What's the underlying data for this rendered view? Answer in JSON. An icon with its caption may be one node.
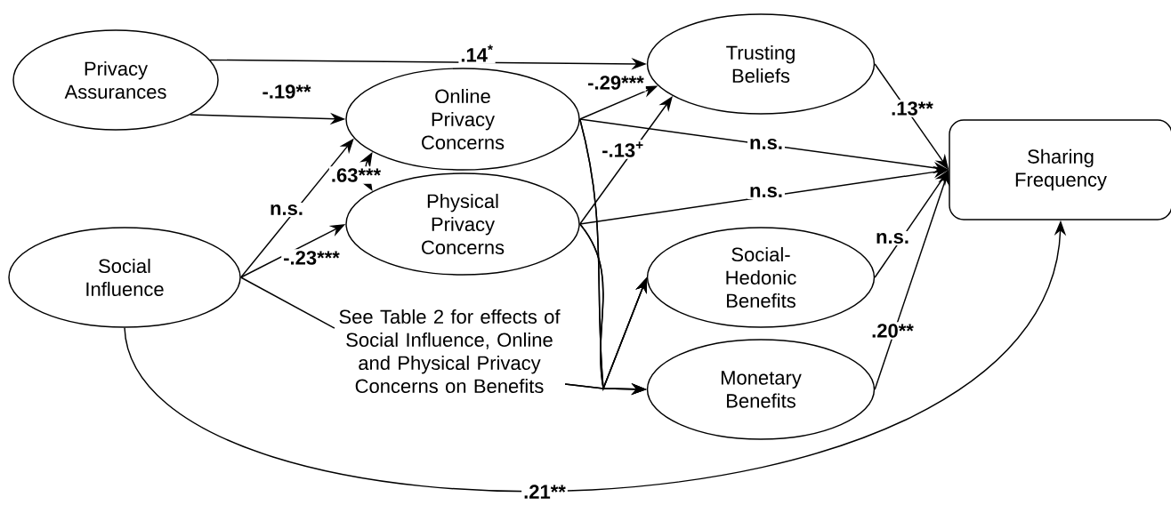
{
  "diagram": {
    "nodes": [
      {
        "text": [
          "Privacy Assurances"
        ]
      },
      {
        "text": [
          "Online Privacy Concerns"
        ]
      },
      {
        "text": [
          "Physical Privacy Concerns"
        ]
      },
      {
        "text": [
          "Trusting Beliefs"
        ]
      },
      {
        "text": [
          "Sharing Frequency"
        ]
      },
      {
        "text": [
          "Social Influence"
        ]
      },
      {
        "text": [
          "Social-Hedonic Benefits"
        ]
      },
      {
        "text": [
          "Monetary Benefits"
        ]
      },
      {
        "text": [
          "See Table 2 for effects of Social Influence, Online and Physical Privacy Concerns on Benefits"
        ]
      }
    ],
    "edges": [
      {
        "from": 0,
        "to": 3,
        "arrow": "to",
        "label": ".14$^{*}$"
      },
      {
        "from": 0,
        "to": 1,
        "arrow": "to",
        "label": "-.19**"
      },
      {
        "from": 5,
        "to": 1,
        "arrow": "to",
        "label": "n.s."
      },
      {
        "from": 5,
        "to": 2,
        "arrow": "to",
        "label": "-.23***"
      },
      {
        "from": 1,
        "to": 2,
        "arrow": "both",
        "label": ".63***"
      },
      {
        "from": 1,
        "to": 3,
        "arrow": "to",
        "label": "-.29***"
      },
      {
        "from": 2,
        "to": 3,
        "arrow": "to",
        "label": "-.13$^{+}$"
      },
      {
        "from": 1,
        "to": 4,
        "arrow": "to",
        "label": "n.s."
      },
      {
        "from": 2,
        "to": 4,
        "arrow": "to",
        "label": "n.s."
      },
      {
        "from": 3,
        "to": 4,
        "arrow": "to",
        "label": ".13**"
      },
      {
        "from": 6,
        "to": 4,
        "arrow": "to",
        "label": "n.s."
      },
      {
        "from": 7,
        "to": 4,
        "arrow": "to",
        "label": ".20**"
      },
      {
        "from": 5,
        "to": 4,
        "arrow": "to",
        "label": ".21**"
      },
      {
        "from": 5,
        "to": 8,
        "arrow": "none"
      },
      {
        "from": 1,
        "to": 6,
        "arrow": "to"
      },
      {
        "from": 1,
        "to": 7,
        "arrow": "to"
      },
      {
        "from": 2,
        "to": 6,
        "arrow": "to"
      },
      {
        "from": 2,
        "to": 7,
        "arrow": "to"
      },
      {
        "from": 8,
        "to": 6,
        "arrow": "to"
      },
      {
        "from": 8,
        "to": 7,
        "arrow": "to"
      }
    ]
  }
}
